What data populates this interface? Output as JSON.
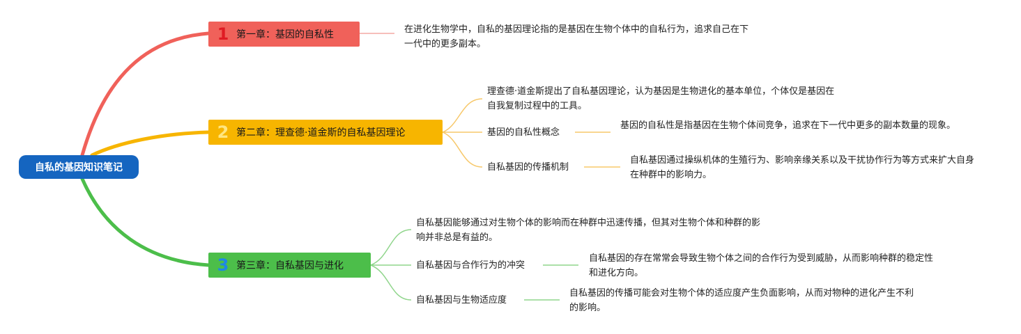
{
  "root": {
    "label": "自私的基因知识笔记"
  },
  "chapters": [
    {
      "number": "1",
      "title": "第一章：基因的自私性",
      "description": "在进化生物学中，自私的基因理论指的是基因在生物个体中的自私行为，追求自己在下一代中的更多副本。"
    },
    {
      "number": "2",
      "title": "第二章：理查德·道金斯的自私基因理论",
      "description": "理查德·道金斯提出了自私基因理论，认为基因是生物进化的基本单位，个体仅是基因在自我复制过程中的工具。",
      "subtopics": [
        {
          "label": "基因的自私性概念",
          "detail": "基因的自私性是指基因在生物个体间竞争，追求在下一代中更多的副本数量的现象。"
        },
        {
          "label": "自私基因的传播机制",
          "detail": "自私基因通过操纵机体的生殖行为、影响亲缘关系以及干扰协作行为等方式来扩大自身在种群中的影响力。"
        }
      ]
    },
    {
      "number": "3",
      "title": "第三章：自私基因与进化",
      "description": "自私基因能够通过对生物个体的影响而在种群中迅速传播，但其对生物个体和种群的影响并非总是有益的。",
      "subtopics": [
        {
          "label": "自私基因与合作行为的冲突",
          "detail": "自私基因的存在常常会导致生物个体之间的合作行为受到威胁，从而影响种群的稳定性和进化方向。"
        },
        {
          "label": "自私基因与生物适应度",
          "detail": "自私基因的传播可能会对生物个体的适应度产生负面影响，从而对物种的进化产生不利的影响。"
        }
      ]
    }
  ],
  "colors": {
    "root": "#1565c0",
    "chapter1": "#f0615a",
    "chapter2": "#f7b500",
    "chapter3": "#4cbe4a",
    "chapter1_line": "#f4a8a4",
    "chapter2_line": "#f7c86a",
    "chapter3_line": "#8fd58b"
  }
}
